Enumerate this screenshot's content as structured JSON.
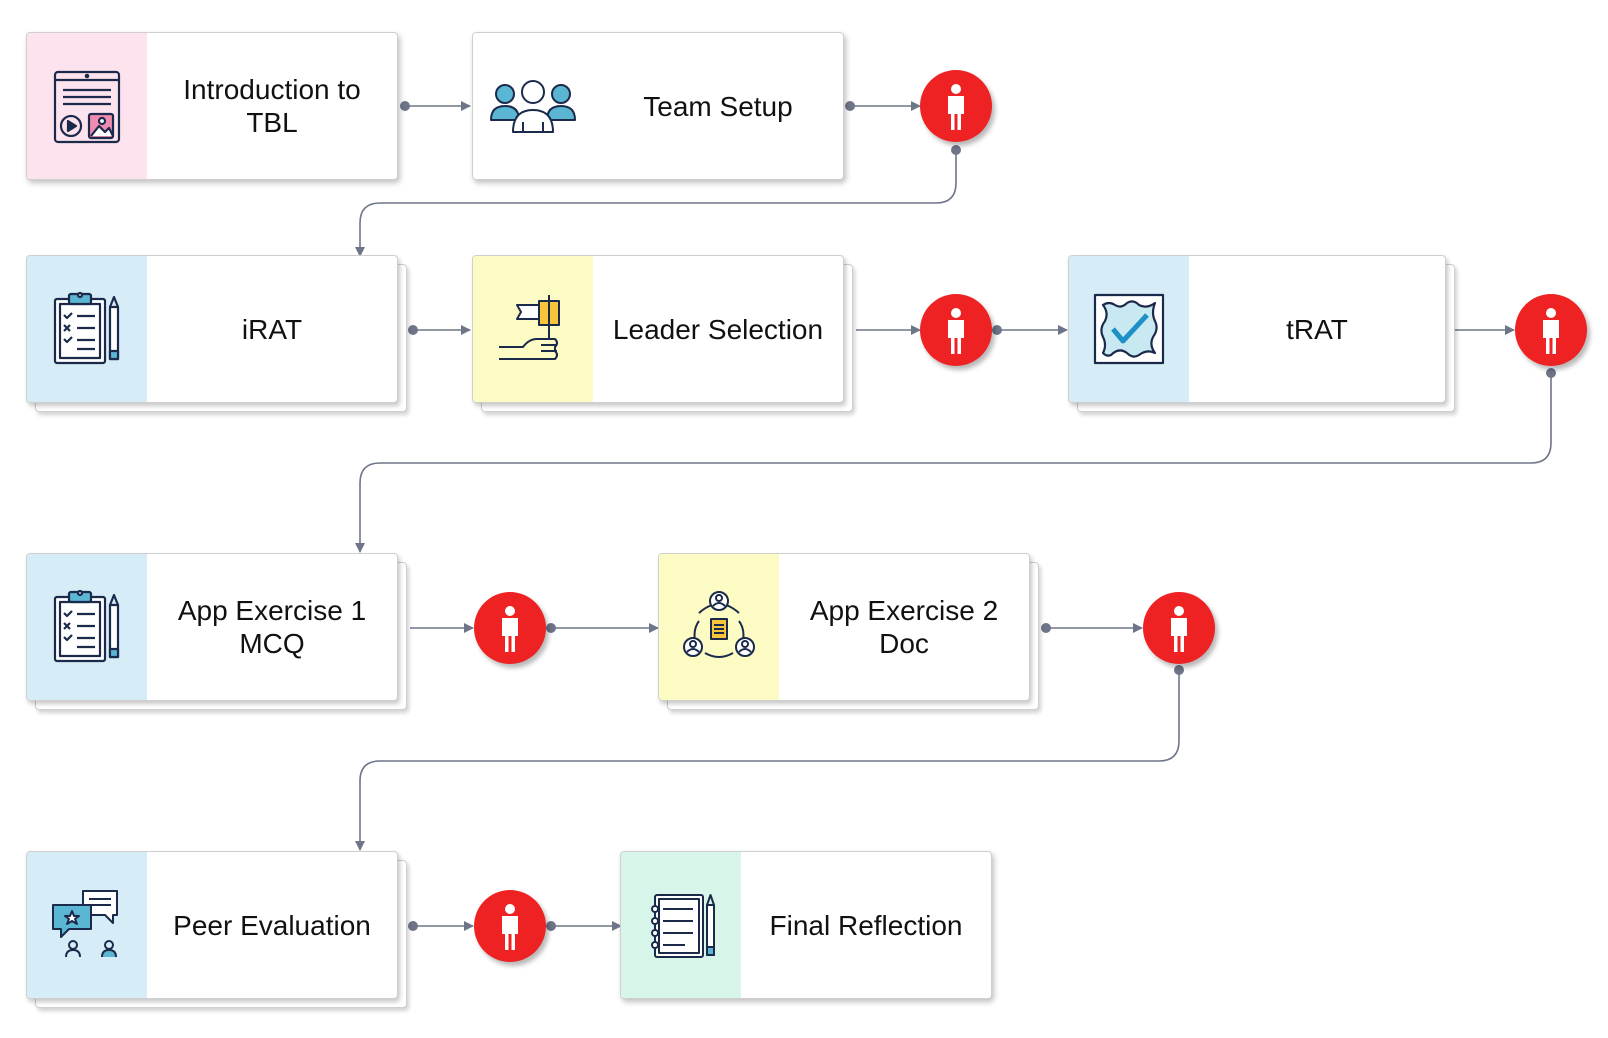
{
  "cards": [
    {
      "id": "intro",
      "label": "Introduction to\nTBL",
      "icon": "media-content-icon",
      "accent": "#fde3ee"
    },
    {
      "id": "team",
      "label": "Team Setup",
      "icon": "team-group-icon",
      "accent": "#ffffff"
    },
    {
      "id": "irat",
      "label": "iRAT",
      "icon": "clipboard-checklist-icon",
      "accent": "#d6ecf7"
    },
    {
      "id": "leader",
      "label": "Leader Selection",
      "icon": "hand-flag-icon",
      "accent": "#fdfbc4"
    },
    {
      "id": "trat",
      "label": "tRAT",
      "icon": "checkbox-scroll-icon",
      "accent": "#d6ecf7"
    },
    {
      "id": "app1",
      "label": "App Exercise 1\nMCQ",
      "icon": "clipboard-checklist-icon",
      "accent": "#d6ecf7"
    },
    {
      "id": "app2",
      "label": "App Exercise 2\nDoc",
      "icon": "collaboration-document-icon",
      "accent": "#fdfbc4"
    },
    {
      "id": "peer",
      "label": "Peer Evaluation",
      "icon": "peer-review-chat-icon",
      "accent": "#d6ecf7"
    },
    {
      "id": "final",
      "label": "Final Reflection",
      "icon": "notebook-pencil-icon",
      "accent": "#d8f5ea"
    }
  ],
  "checkpoint_icon": "person-icon",
  "colors": {
    "checkpoint": "#ee2222",
    "connector": "#6e7589",
    "icon_stroke": "#1b2a4a"
  }
}
